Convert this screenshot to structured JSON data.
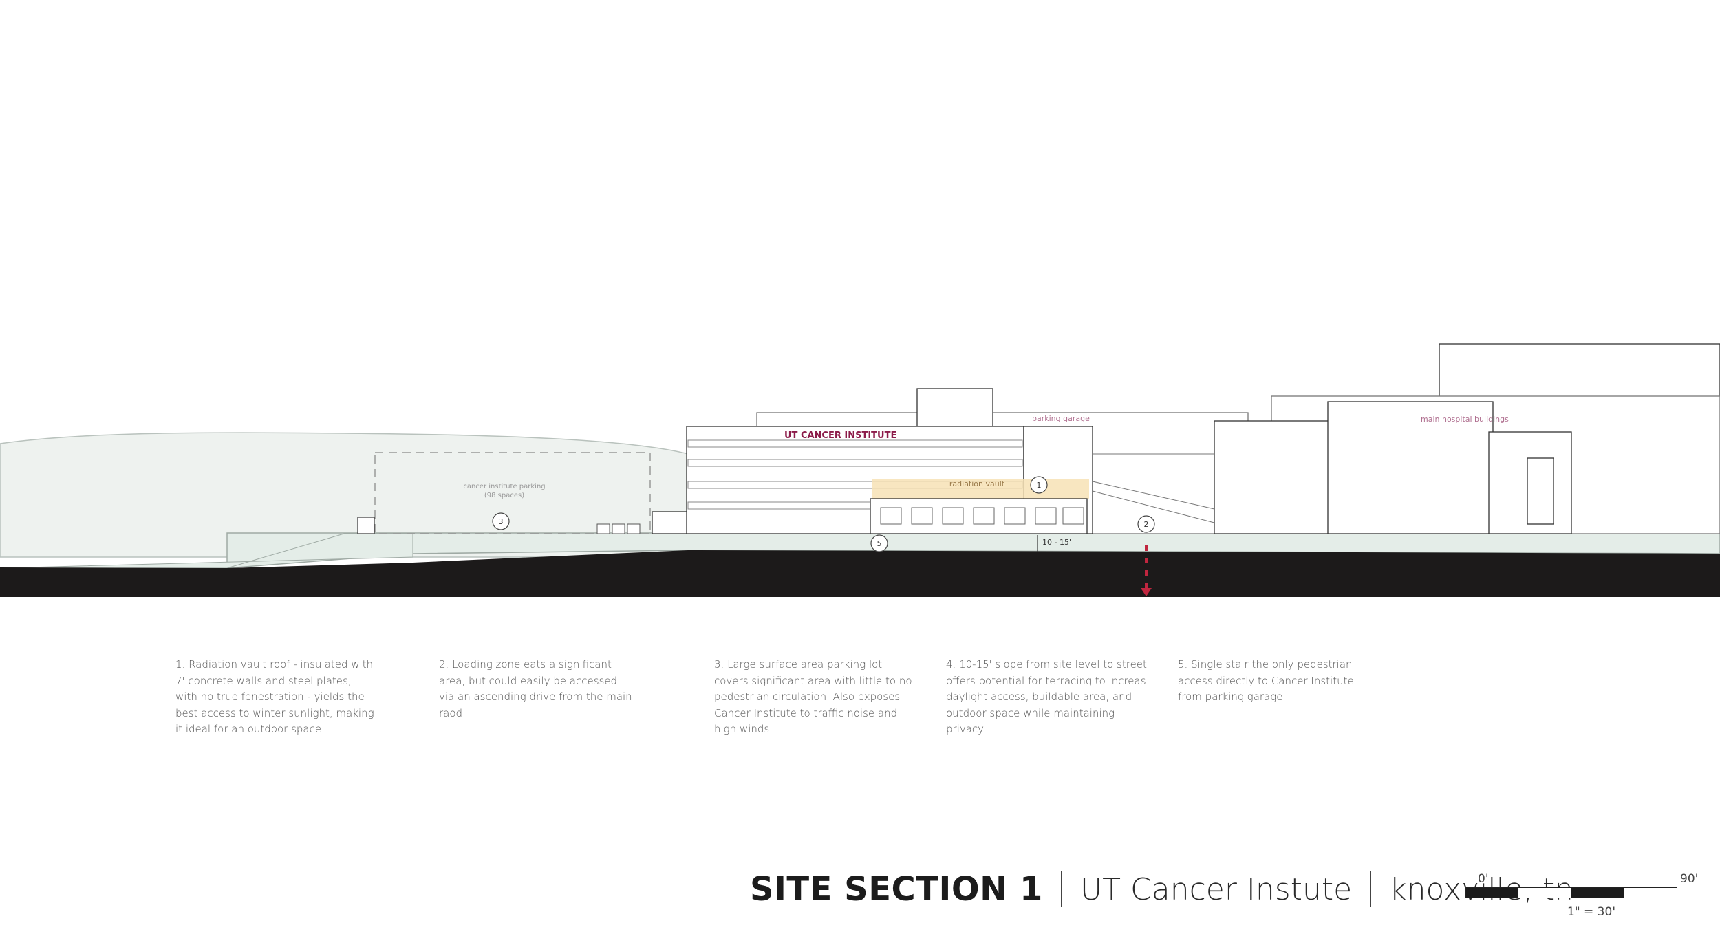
{
  "diagram": {
    "labels": {
      "ut_cancer_institute": "UT CANCER INSTITUTE",
      "parking_garage": "parking garage",
      "radiation_vault": "radiation vault",
      "main_hospital_buildings": "main hospital buildings",
      "parking_lot_line1": "cancer institute parking",
      "parking_lot_line2": "(98 spaces)",
      "slope_dimension": "10 - 15'"
    },
    "markers": [
      "1",
      "2",
      "3",
      "5"
    ],
    "colors": {
      "accent": "#8c1c4a",
      "ground": "#1c1a1a",
      "site_fill": "#e6eee9",
      "hill_fill": "#eef2ef",
      "vault_highlight": "#f7e2b5",
      "arrow": "#c0263f"
    }
  },
  "notes": [
    "1.  Radiation vault roof - insulated with\n7' concrete walls and steel plates,\nwith no true fenestration - yields the\nbest access to winter sunlight, making\nit ideal for an outdoor space",
    "2. Loading zone eats a significant\narea, but could easily be accessed\nvia an ascending drive from the main\nraod",
    "3. Large surface area parking lot\ncovers significant area with little to no\npedestrian circulation. Also exposes\nCancer Institute to traffic noise and\nhigh winds",
    "4. 10-15' slope from site level to street\noffers potential for terracing to increas\ndaylight access, buildable area, and\noutdoor space while maintaining\nprivacy.",
    "5. Single stair the only pedestrian\naccess directly to Cancer Institute\nfrom parking garage"
  ],
  "title": {
    "main": "SITE SECTION 1",
    "project": "UT Cancer Instute",
    "location": "knoxville, tn"
  },
  "scale": {
    "start": "0'",
    "end": "90'",
    "ratio": "1\" = 30'"
  }
}
